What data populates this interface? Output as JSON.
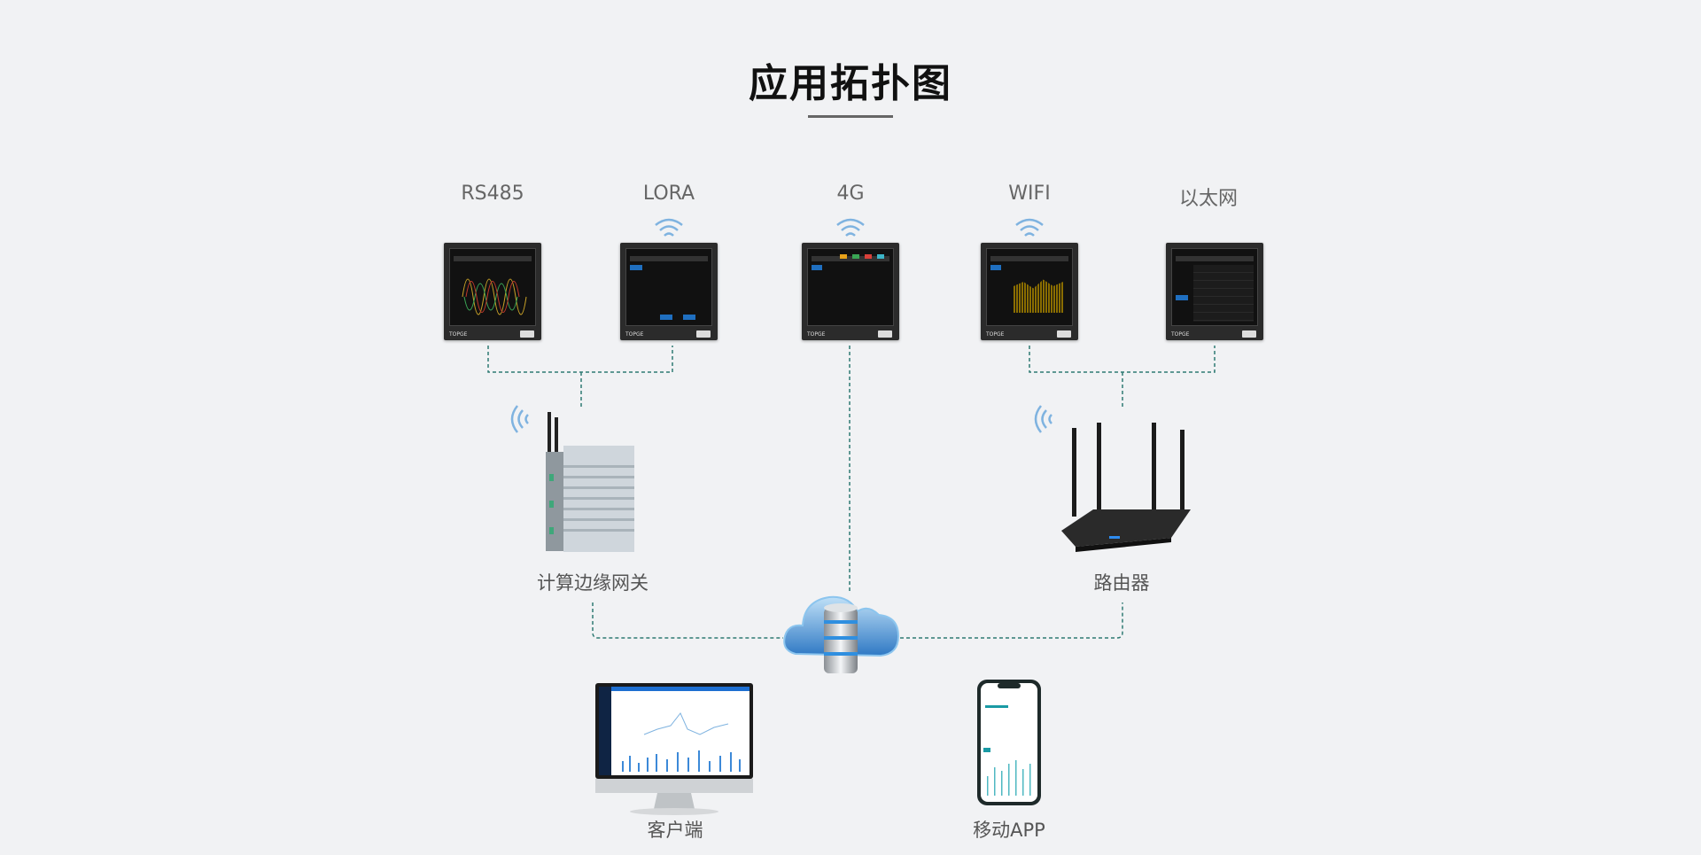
{
  "title": "应用拓扑图",
  "protocols": [
    "RS485",
    "LORA",
    "4G",
    "WIFI",
    "以太网"
  ],
  "panel_brand": "TOPGE",
  "nodes": {
    "gateway": "计算边缘网关",
    "router": "路由器",
    "client": "客户端",
    "mobile_app": "移动APP"
  },
  "colors": {
    "background": "#f1f2f4",
    "link": "#2f7b73",
    "wifi": "#7fb3e0"
  }
}
